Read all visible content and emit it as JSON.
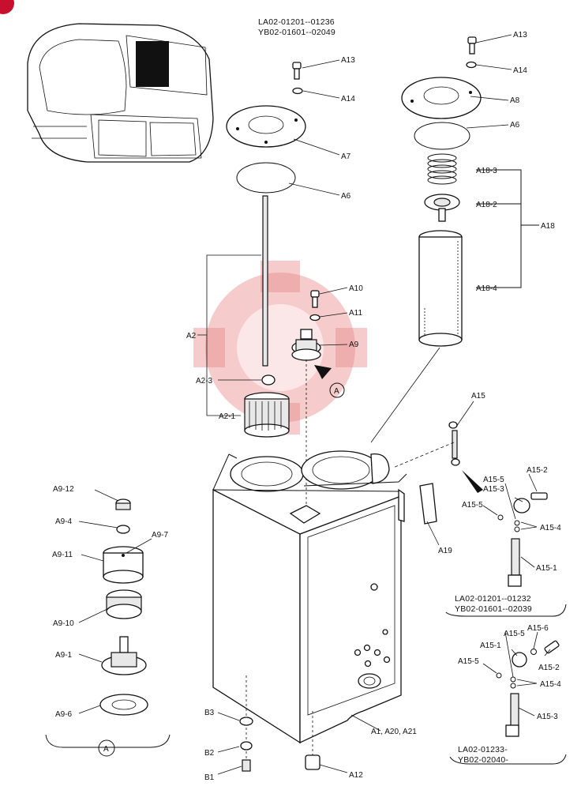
{
  "header": {
    "serial_line_1": "LA02-01201--01236",
    "serial_line_2": "YB02-01601--02049"
  },
  "callouts": {
    "A13_left": "A13",
    "A14_left": "A14",
    "A7": "A7",
    "A6_left": "A6",
    "A13_right": "A13",
    "A14_right": "A14",
    "A8": "A8",
    "A6_right": "A6",
    "A18_3": "A18-3",
    "A18_2": "A18-2",
    "A18": "A18",
    "A18_4": "A18-4",
    "A10": "A10",
    "A11": "A11",
    "A9": "A9",
    "A2": "A2",
    "A2_3": "A2-3",
    "A2_1": "A2-1",
    "view_marker": "A",
    "A15": "A15",
    "A19": "A19",
    "A1_A20_A21": "A1, A20, A21",
    "A12": "A12",
    "B1": "B1",
    "B2": "B2",
    "B3": "B3"
  },
  "detail_a": {
    "items": {
      "A9_12": "A9-12",
      "A9_4": "A9-4",
      "A9_7": "A9-7",
      "A9_11": "A9-11",
      "A9_10": "A9-10",
      "A9_1": "A9-1",
      "A9_6": "A9-6"
    },
    "marker": "A"
  },
  "inset_upper": {
    "A15_3": "A15-3",
    "A15_5a": "A15-5",
    "A15_2": "A15-2",
    "A15_5b": "A15-5",
    "A15_4": "A15-4",
    "A15_1": "A15-1",
    "serial_line_1": "LA02-01201--01232",
    "serial_line_2": "YB02-01601--02039"
  },
  "inset_lower": {
    "A15_5a": "A15-5",
    "A15_6": "A15-6",
    "A15_1": "A15-1",
    "A15_2": "A15-2",
    "A15_5b": "A15-5",
    "A15_4": "A15-4",
    "A15_3": "A15-3",
    "serial_line_1": "LA02-01233-",
    "serial_line_2": "YB02-02040-"
  },
  "colors": {
    "line": "#111111",
    "watermark": "#e98b8b",
    "corner_badge": "#c8102e"
  }
}
